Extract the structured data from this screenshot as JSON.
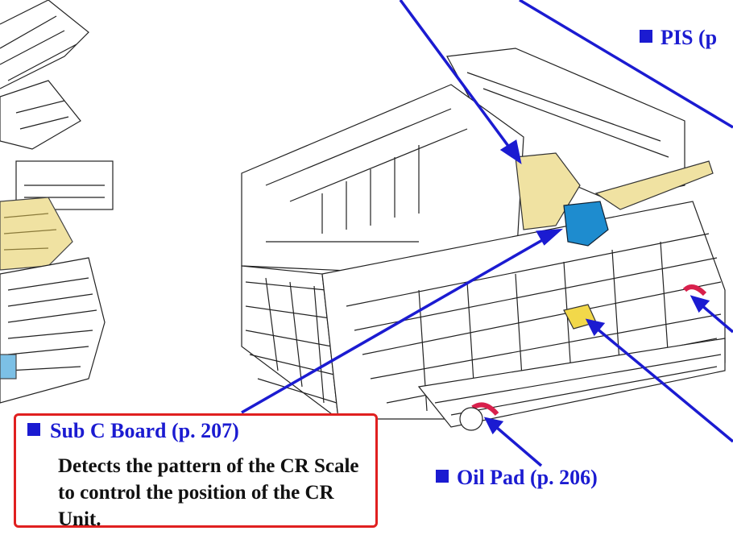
{
  "callouts": {
    "pis": {
      "label": "PIS (p"
    },
    "sub_c_board": {
      "label": "Sub C Board (p. 207)",
      "description": "Detects the pattern of the CR Scale to control the position of the CR Unit."
    },
    "oil_pad": {
      "label": "Oil Pad (p. 206)"
    }
  },
  "colors": {
    "callout_blue": "#1b1bd1",
    "box_border": "#e02020",
    "highlight_yellow": "#f0e2a2",
    "highlight_cyan": "#1e8ccf",
    "highlight_red": "#d8204c"
  }
}
